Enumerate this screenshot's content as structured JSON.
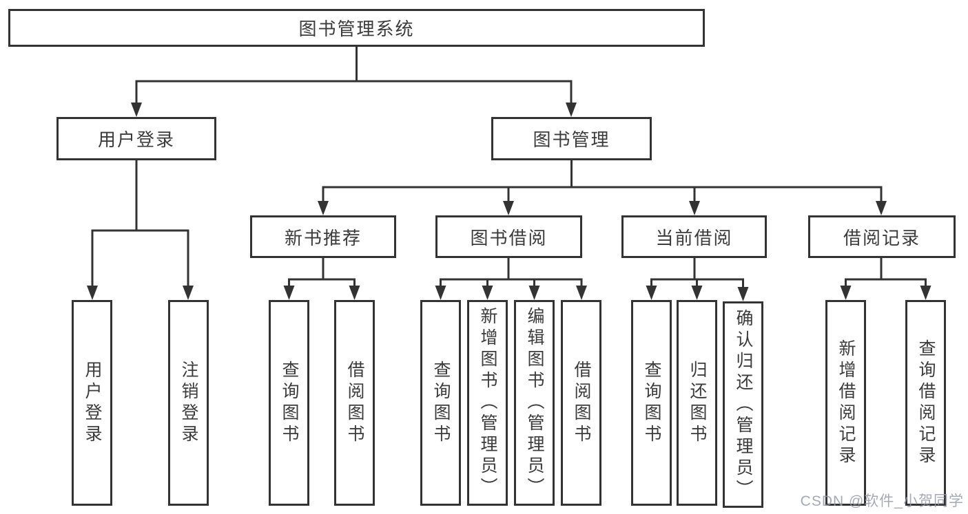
{
  "diagram": {
    "tree": {
      "root": {
        "label": "图书管理系统"
      },
      "user_login_branch": {
        "label": "用户登录",
        "login": {
          "label": "用户登录"
        },
        "logout": {
          "label": "注销登录"
        }
      },
      "book_management_branch": {
        "label": "图书管理",
        "new_book_recommend": {
          "label": "新书推荐",
          "query_books": {
            "label": "查询图书"
          },
          "borrow_books": {
            "label": "借阅图书"
          }
        },
        "book_borrowing": {
          "label": "图书借阅",
          "query_books": {
            "label": "查询图书"
          },
          "add_books": {
            "label": "新增图书（管理员）"
          },
          "edit_books": {
            "label": "编辑图书（管理员）"
          },
          "borrow_books": {
            "label": "借阅图书"
          }
        },
        "current_borrowing": {
          "label": "当前借阅",
          "query_books": {
            "label": "查询图书"
          },
          "return_books": {
            "label": "归还图书"
          },
          "confirm_return": {
            "label": "确认归还（管理员）"
          }
        },
        "borrowing_records": {
          "label": "借阅记录",
          "add_record": {
            "label": "新增借阅记录"
          },
          "query_record": {
            "label": "查询借阅记录"
          }
        }
      }
    }
  },
  "watermark": {
    "label": "CSDN @软件_小贺同学"
  },
  "colors": {
    "box_border": "#333333",
    "connector": "#333333",
    "text": "#3b3b3b",
    "watermark": "#949ba8",
    "background": "#ffffff"
  }
}
